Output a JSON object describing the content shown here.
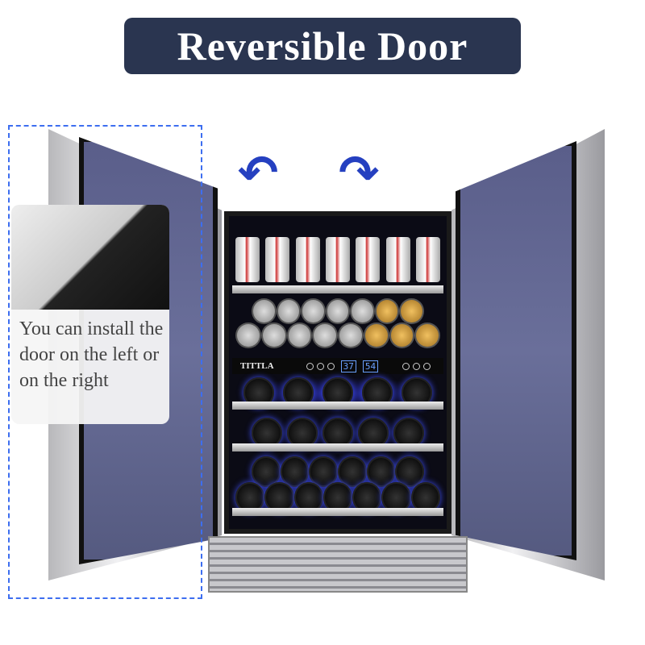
{
  "title": "Reversible Door",
  "callout": {
    "text": "You can install the door on the left or on the right"
  },
  "control_panel": {
    "brand": "TITTLA",
    "temp_left": "37",
    "temp_right": "54"
  },
  "colors": {
    "title_bg": "#2a3550",
    "dash_border": "#3d6ef0",
    "arrow": "#2540c0"
  }
}
